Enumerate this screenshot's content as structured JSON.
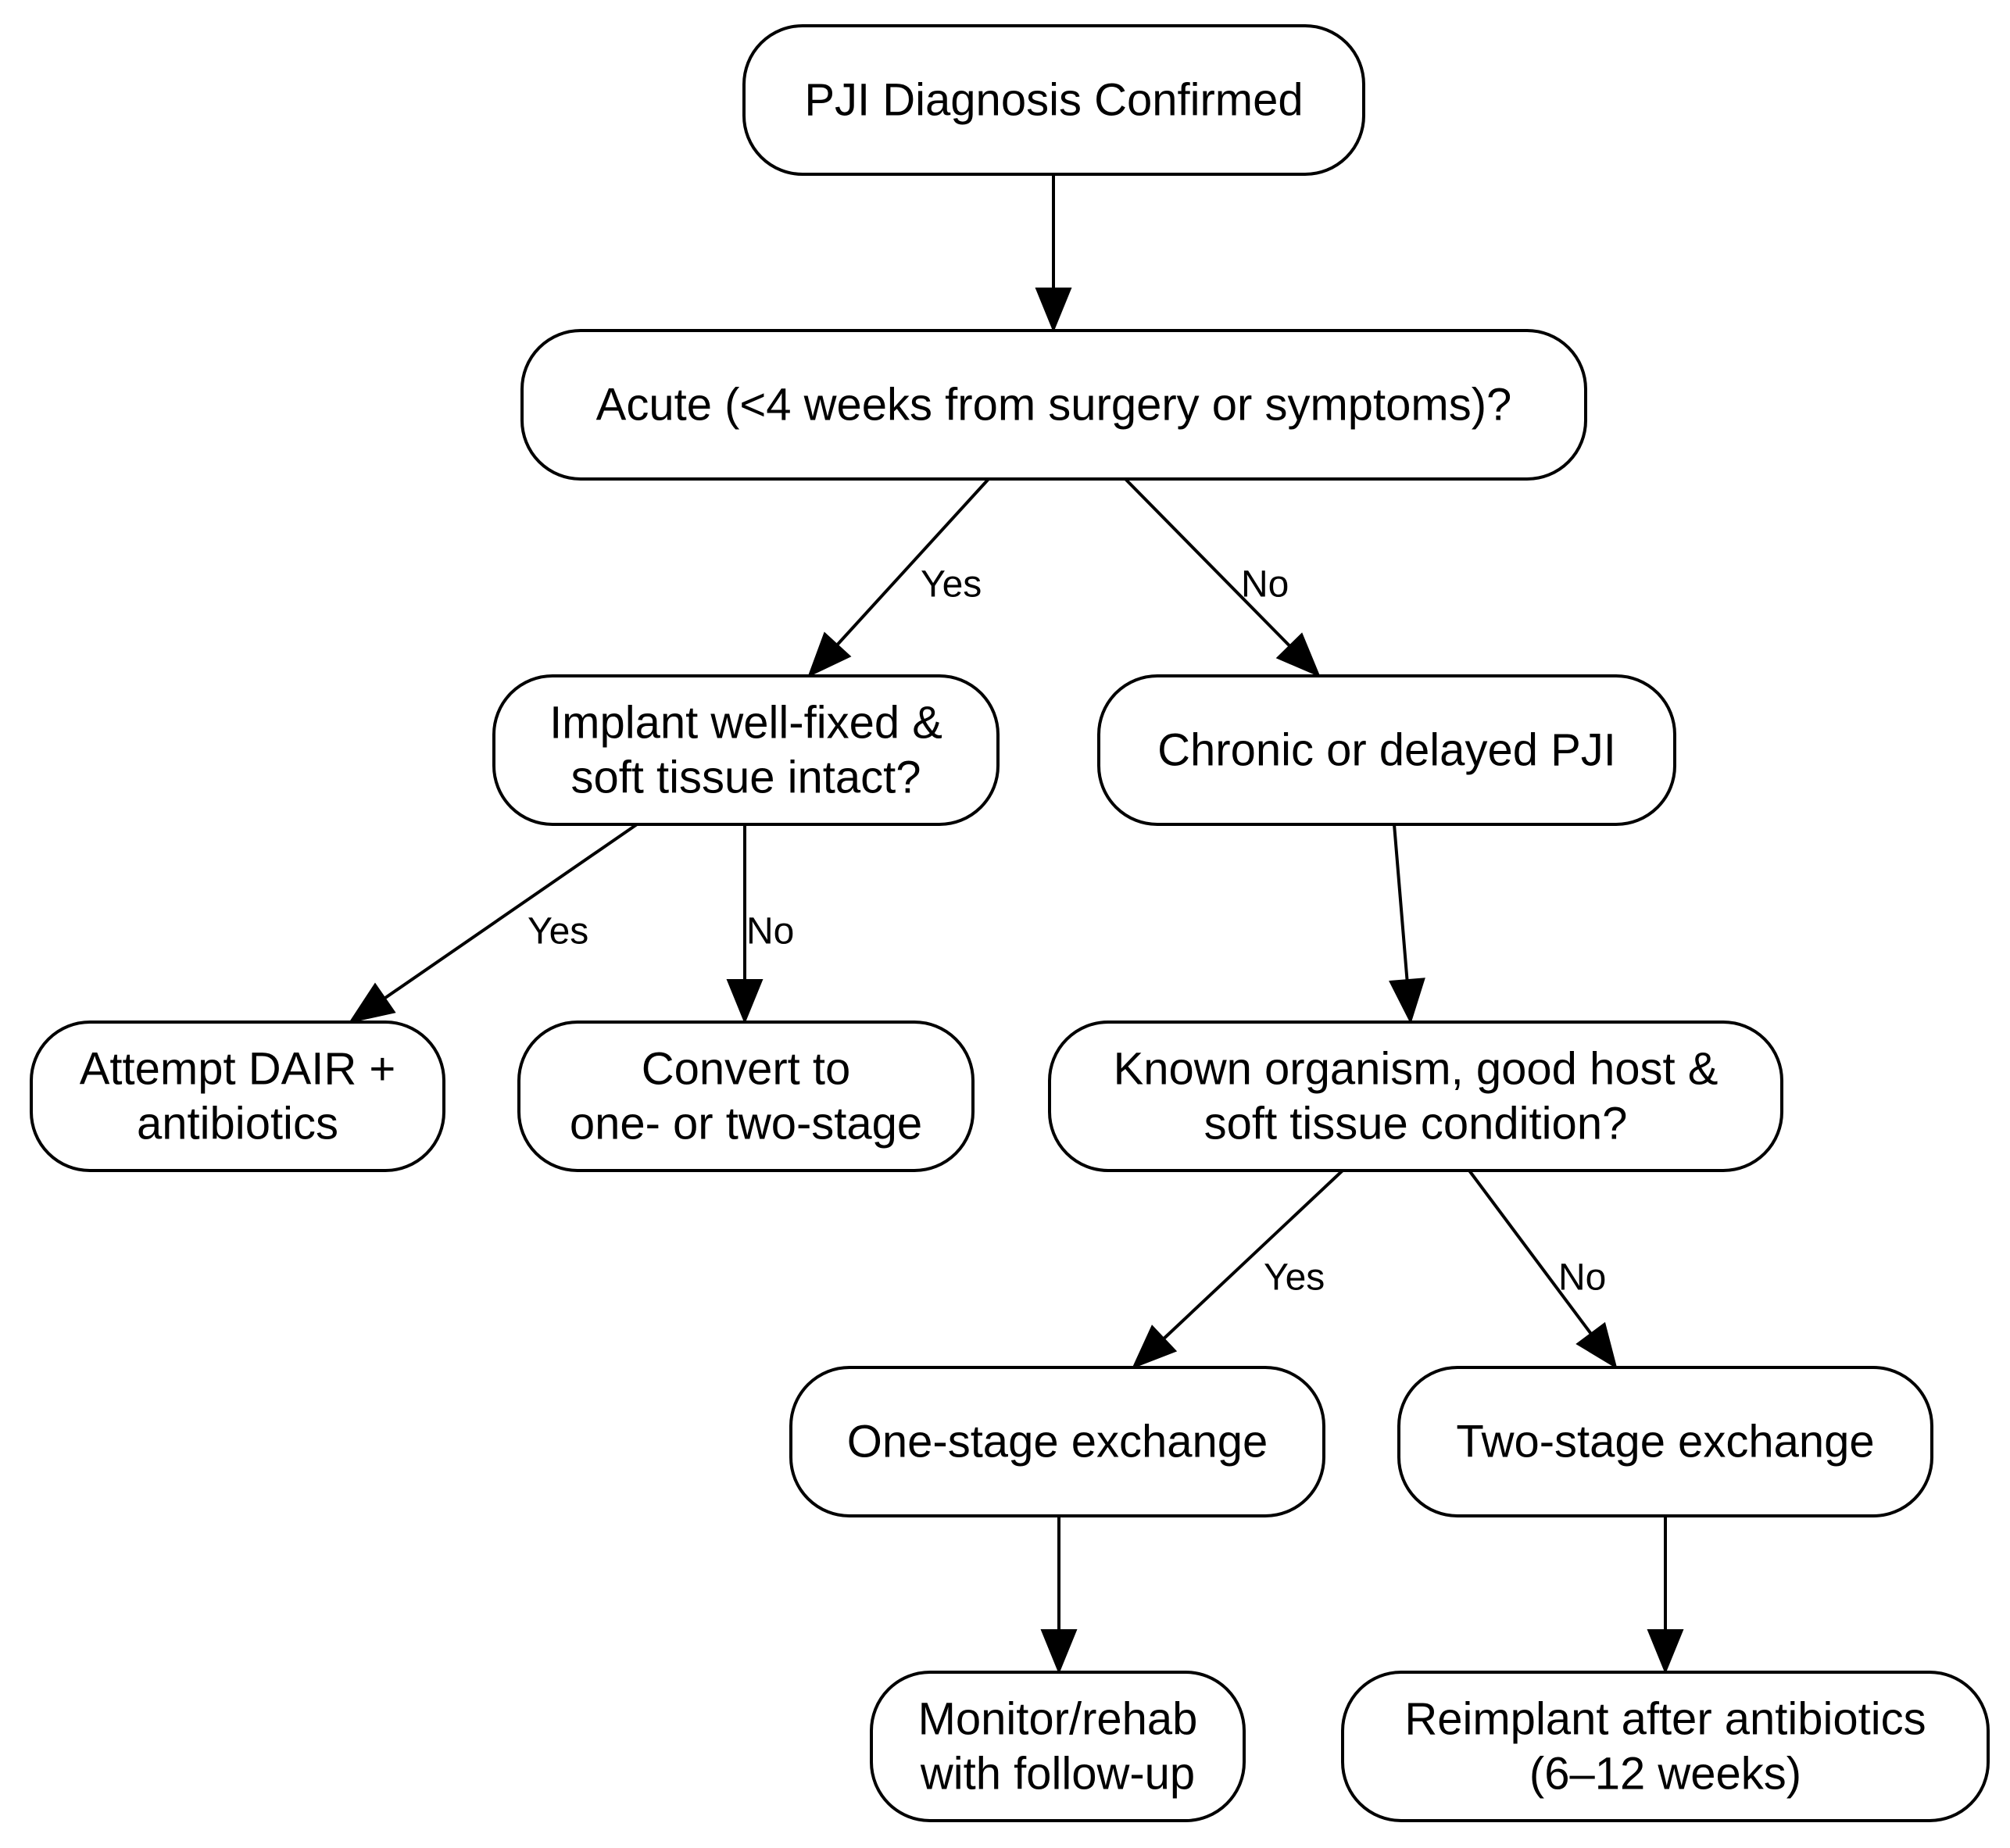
{
  "nodes": {
    "pji_confirmed": {
      "lines": [
        "PJI Diagnosis Confirmed"
      ]
    },
    "acute_question": {
      "lines": [
        "Acute (<4 weeks from surgery or symptoms)?"
      ]
    },
    "implant_question": {
      "lines": [
        "Implant well-fixed &",
        "soft tissue intact?"
      ]
    },
    "chronic": {
      "lines": [
        "Chronic or delayed PJI"
      ]
    },
    "dair": {
      "lines": [
        "Attempt DAIR +",
        "antibiotics"
      ]
    },
    "convert": {
      "lines": [
        "Convert to",
        "one- or two-stage"
      ]
    },
    "organism_question": {
      "lines": [
        "Known organism, good host &",
        "soft tissue condition?"
      ]
    },
    "one_stage": {
      "lines": [
        "One-stage exchange"
      ]
    },
    "two_stage": {
      "lines": [
        "Two-stage exchange"
      ]
    },
    "monitor": {
      "lines": [
        "Monitor/rehab",
        "with follow-up"
      ]
    },
    "reimplant": {
      "lines": [
        "Reimplant after antibiotics",
        "(6–12 weeks)"
      ]
    }
  },
  "edges": [
    {
      "from": "pji_confirmed",
      "to": "acute_question",
      "label": ""
    },
    {
      "from": "acute_question",
      "to": "implant_question",
      "label": "Yes"
    },
    {
      "from": "acute_question",
      "to": "chronic",
      "label": "No"
    },
    {
      "from": "implant_question",
      "to": "dair",
      "label": "Yes"
    },
    {
      "from": "implant_question",
      "to": "convert",
      "label": "No"
    },
    {
      "from": "chronic",
      "to": "organism_question",
      "label": ""
    },
    {
      "from": "organism_question",
      "to": "one_stage",
      "label": "Yes"
    },
    {
      "from": "organism_question",
      "to": "two_stage",
      "label": "No"
    },
    {
      "from": "one_stage",
      "to": "monitor",
      "label": ""
    },
    {
      "from": "two_stage",
      "to": "reimplant",
      "label": ""
    }
  ]
}
